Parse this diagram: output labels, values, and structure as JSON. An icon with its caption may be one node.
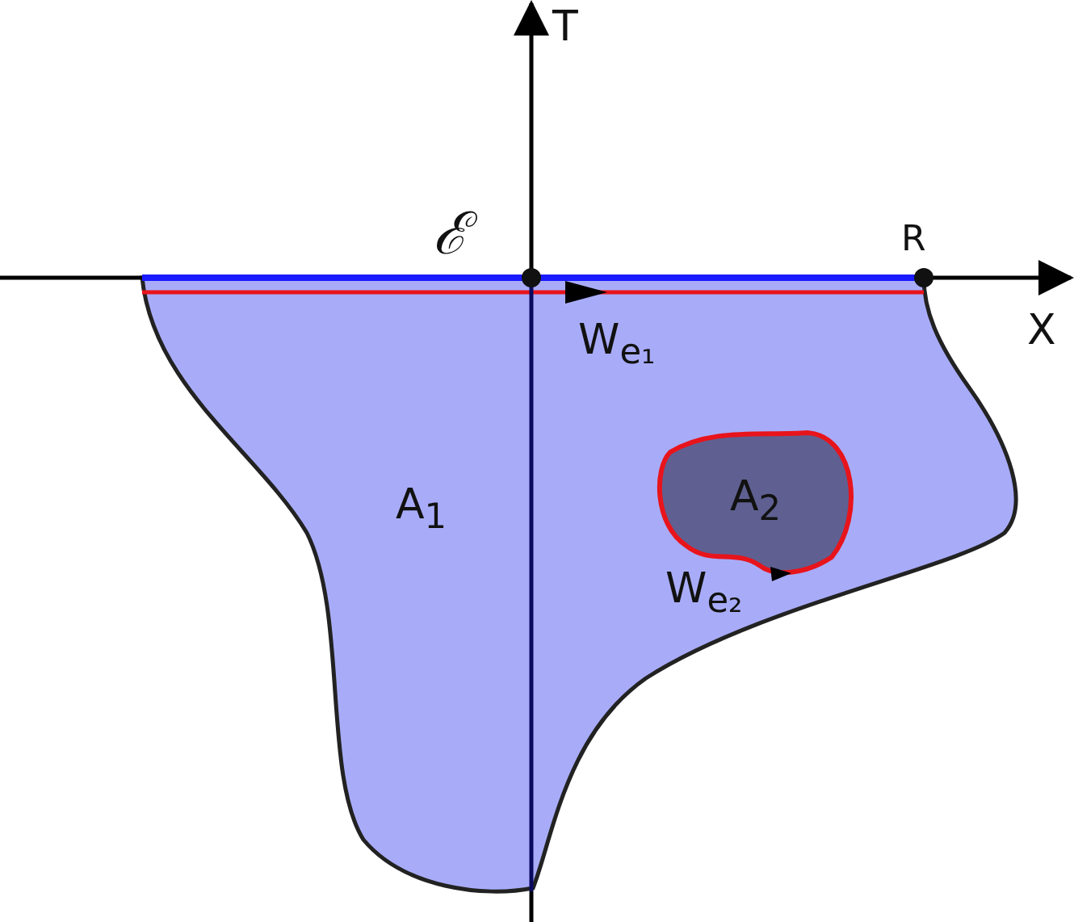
{
  "diagram": {
    "nodes": [
      {
        "text": [
          "A$_{1}$"
        ]
      },
      {
        "text": [
          "A$_{2}$"
        ],
        "in": 0,
        "beside": [
          "W$_{e₂}$"
        ]
      }
    ],
    "labels": [
      "T",
      "ℰ",
      "R",
      "X",
      "W$_{e₁}$"
    ]
  }
}
